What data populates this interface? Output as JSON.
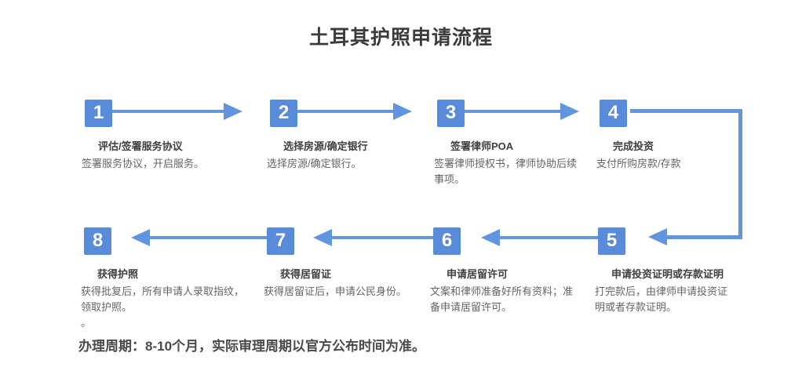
{
  "title": "土耳其护照申请流程",
  "steps": [
    {
      "number": "1",
      "title": "评估/签署服务协议",
      "desc": "签署服务协议，开启服务。"
    },
    {
      "number": "2",
      "title": "选择房源/确定银行",
      "desc": "选择房源/确定银行。"
    },
    {
      "number": "3",
      "title": "签署律师POA",
      "desc": "签署律师授权书，律师协助后续\n事项。"
    },
    {
      "number": "4",
      "title": "完成投资",
      "desc": "支付所购房款/存款"
    },
    {
      "number": "5",
      "title": "申请投资证明或存款证明",
      "desc": "打完款后，由律师申请投资证\n明或者存款证明。"
    },
    {
      "number": "6",
      "title": "申请居留许可",
      "desc": "文案和律师准备好所有资料；准\n备申请居留许可。"
    },
    {
      "number": "7",
      "title": "获得居留证",
      "desc": "获得居留证后，申请公民身份。"
    },
    {
      "number": "8",
      "title": "获得护照",
      "desc": "获得批复后，所有申请人录取指纹，\n领取护照。\n。"
    }
  ],
  "footer_note": "办理周期：8-10个月，实际审理周期以官方公布时间为准。",
  "colors": {
    "box_blue": "#5a8bd8",
    "arrow_blue": "#6196de",
    "title_text": "#3b3b3b",
    "step_title_text": "#3f3f3f",
    "step_desc_text": "#646464",
    "note_text": "#4a4a4a"
  },
  "icons": {
    "right_arrow": "css-triangle-right",
    "left_arrow": "css-triangle-left"
  }
}
